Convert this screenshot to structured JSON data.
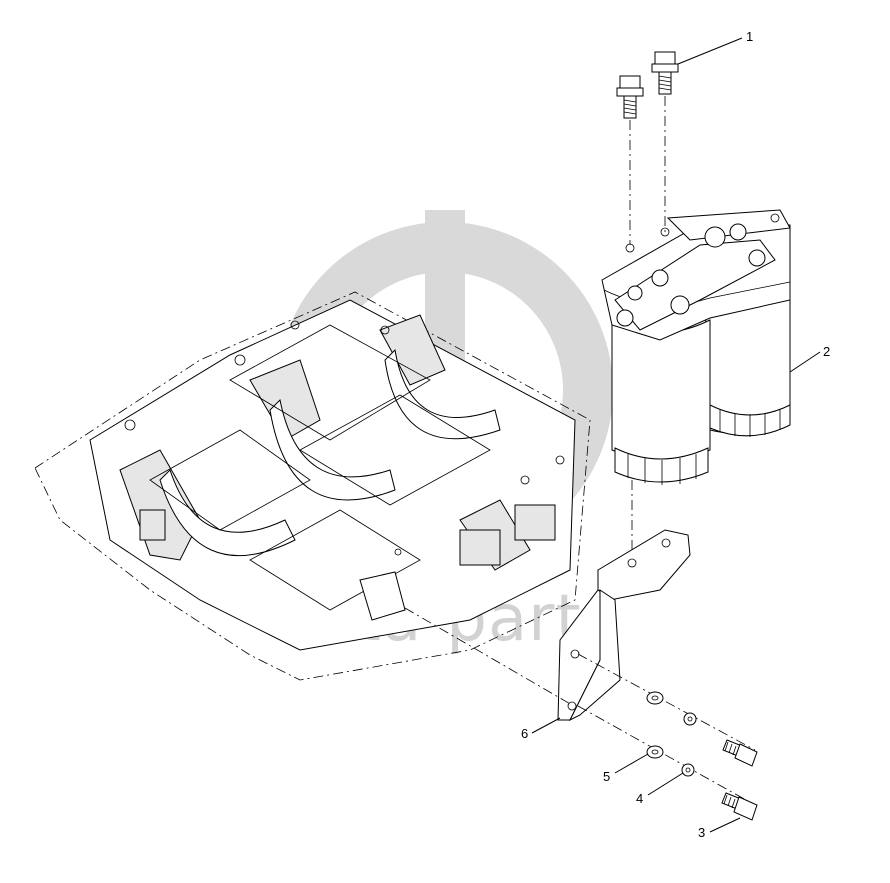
{
  "watermark": {
    "text": "data-parts",
    "color": "#d2d2d2"
  },
  "callouts": [
    {
      "id": "1",
      "label": "1"
    },
    {
      "id": "2",
      "label": "2"
    },
    {
      "id": "3",
      "label": "3"
    },
    {
      "id": "4",
      "label": "4"
    },
    {
      "id": "5",
      "label": "5"
    },
    {
      "id": "6",
      "label": "6"
    }
  ],
  "colors": {
    "line": "#000000",
    "background": "#ffffff"
  }
}
